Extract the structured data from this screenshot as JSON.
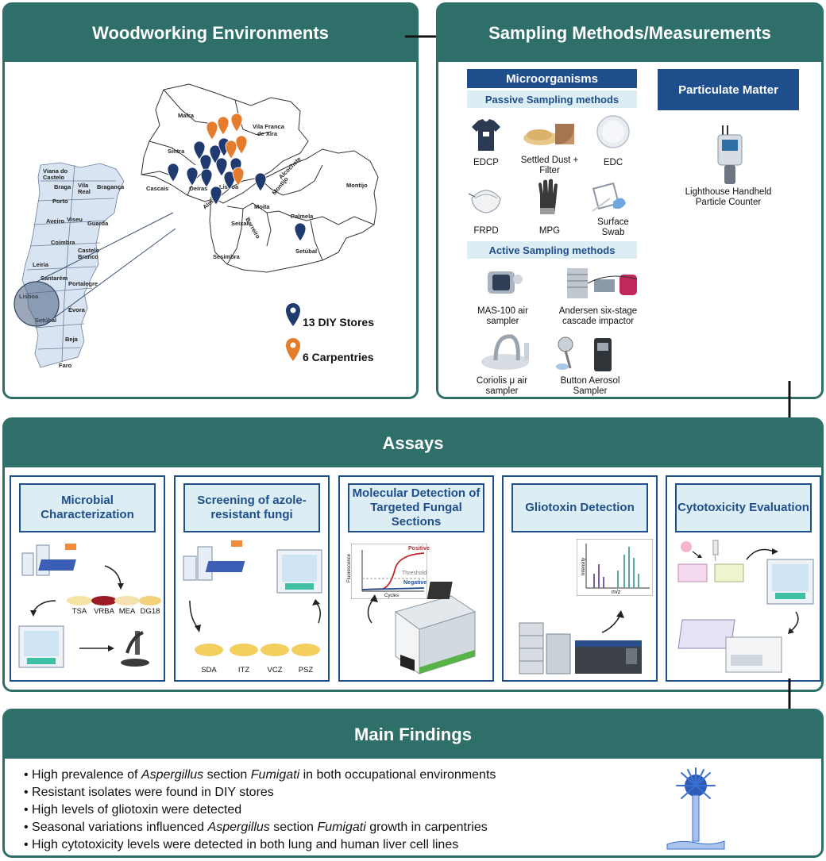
{
  "panels": {
    "woodworking": "Woodworking Environments",
    "sampling": "Sampling Methods/Measurements",
    "assays": "Assays",
    "findings": "Main Findings"
  },
  "map": {
    "portugal_regions": [
      "Viana do Castelo",
      "Braga",
      "Vila Real",
      "Bragança",
      "Porto",
      "Aveiro",
      "Viseu",
      "Guarda",
      "Coimbra",
      "Castelo Branco",
      "Leiria",
      "Santarém",
      "Portalegre",
      "Lisboa",
      "Évora",
      "Setúbal",
      "Beja",
      "Faro"
    ],
    "lisbon_municipalities": [
      "Mafra",
      "Vila Franca de Xira",
      "Sintra",
      "Cascais",
      "Oeiras",
      "Lisboa",
      "Alcochete",
      "Montijo",
      "Almada",
      "Seixal",
      "Barreiro",
      "Moita",
      "Palmela",
      "Sesimbra",
      "Setúbal"
    ],
    "legend": [
      {
        "label": "13 DIY Stores",
        "color": "#1f3a6e"
      },
      {
        "label": "6 Carpentries",
        "color": "#e57c2b"
      }
    ]
  },
  "sampling": {
    "microorganisms": "Microorganisms",
    "passive": "Passive  Sampling methods",
    "active": "Active Sampling methods",
    "particulate": "Particulate Matter",
    "passive_items": [
      "EDCP",
      "Settled Dust + Filter",
      "EDC",
      "FRPD",
      "MPG",
      "Surface Swab"
    ],
    "active_items": [
      "MAS-100 air sampler",
      "Andersen six-stage cascade impactor",
      "Coriolis μ air sampler",
      "Button Aerosol Sampler"
    ],
    "pm_device": "Lighthouse Handheld Particle Counter"
  },
  "assays": {
    "titles": [
      "Microbial Characterization",
      "Screening of azole-resistant fungi",
      "Molecular Detection of Targeted Fungal Sections",
      "Gliotoxin Detection",
      "Cytotoxicity Evaluation"
    ],
    "microbial_plates": [
      "TSA",
      "VRBA",
      "MEA",
      "DG18"
    ],
    "azole_plates": [
      "SDA",
      "ITZ",
      "VCZ",
      "PSZ"
    ],
    "pcr": {
      "positive": "Positive",
      "threshold": "Threshold",
      "negative": "Negative",
      "ylabel": "Fluorescence",
      "xlabel": "Cycles"
    },
    "ms": {
      "ylabel": "Intensity",
      "xlabel": "m/z"
    }
  },
  "findings": [
    [
      "High prevalence of ",
      "Aspergillus",
      " section ",
      "Fumigati",
      " in both occupational environments"
    ],
    [
      "Resistant isolates were found in DIY stores"
    ],
    [
      "High levels of gliotoxin were detected"
    ],
    [
      "Seasonal variations influenced ",
      "Aspergillus",
      " section ",
      "Fumigati",
      " growth in carpentries"
    ],
    [
      "High cytotoxicity levels were detected in both lung and human liver cell lines"
    ]
  ],
  "colors": {
    "teal": "#2f6f6a",
    "navy": "#1f4e8c",
    "light": "#dcedf3",
    "diy": "#1f3a6e",
    "carpentry": "#e57c2b"
  }
}
